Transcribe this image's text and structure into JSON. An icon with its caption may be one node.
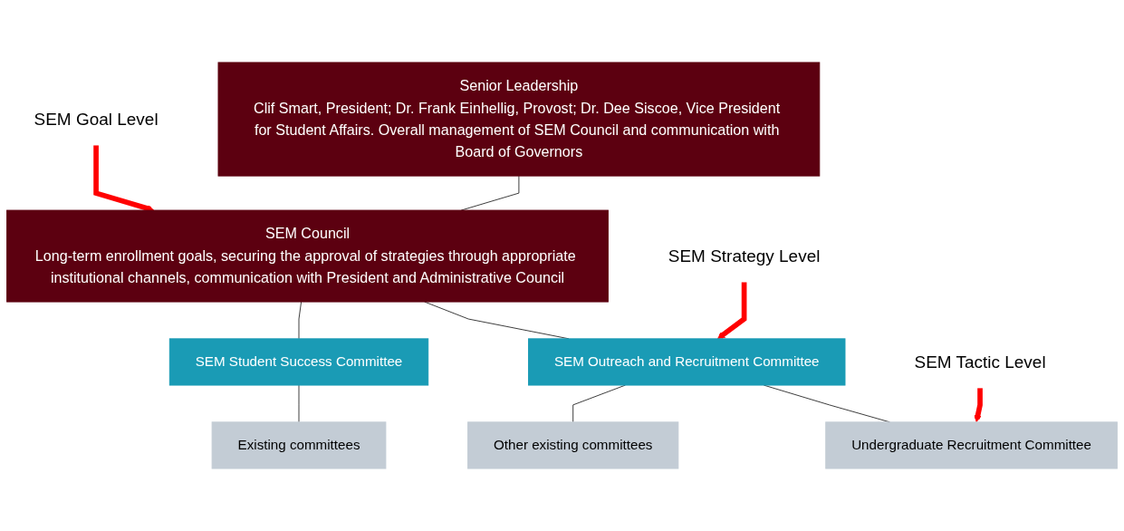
{
  "diagram": {
    "nodes": [
      {
        "text": [
          "Senior Leadership",
          "Clif Smart, President; Dr. Frank Einhellig, Provost; Dr. Dee Siscoe, Vice President for Student Affairs. Overall management of SEM Council and communication with Board of Governors"
        ]
      },
      {
        "text": [
          "SEM Goal Level"
        ]
      },
      {
        "text": [
          "SEM Council",
          "Long-term enrollment goals, securing the approval of strategies through appropriate institutional channels, communication with President and Administrative Council"
        ]
      },
      {
        "text": [
          "SEM Strategy Level"
        ]
      },
      {
        "text": [
          "SEM Outreach and Recruitment Committee"
        ]
      },
      {
        "text": [
          "SEM Student Success Committee"
        ]
      },
      {
        "text": [
          "SEM Tactic Level"
        ]
      },
      {
        "text": [
          "Undergraduate Recruitment Committee"
        ]
      },
      {
        "text": [
          "Other existing committees"
        ]
      },
      {
        "text": [
          "Existing committees"
        ]
      }
    ],
    "edges": [
      {
        "from": 0,
        "to": 2,
        "arrow": "none"
      },
      {
        "from": 1,
        "to": 2,
        "arrow": "to",
        "style": "thick",
        "color": "#ff0000"
      },
      {
        "from": 2,
        "to": 4,
        "arrow": "none"
      },
      {
        "from": 2,
        "to": 5,
        "arrow": "none"
      },
      {
        "from": 3,
        "to": 4,
        "arrow": "to",
        "style": "thick",
        "color": "#ff0000"
      },
      {
        "from": 4,
        "to": 7,
        "arrow": "none"
      },
      {
        "from": 4,
        "to": 8,
        "arrow": "none"
      },
      {
        "from": 5,
        "to": 9,
        "arrow": "none"
      },
      {
        "from": 6,
        "to": 7,
        "arrow": "to",
        "style": "thick",
        "color": "#ff0000"
      }
    ]
  }
}
